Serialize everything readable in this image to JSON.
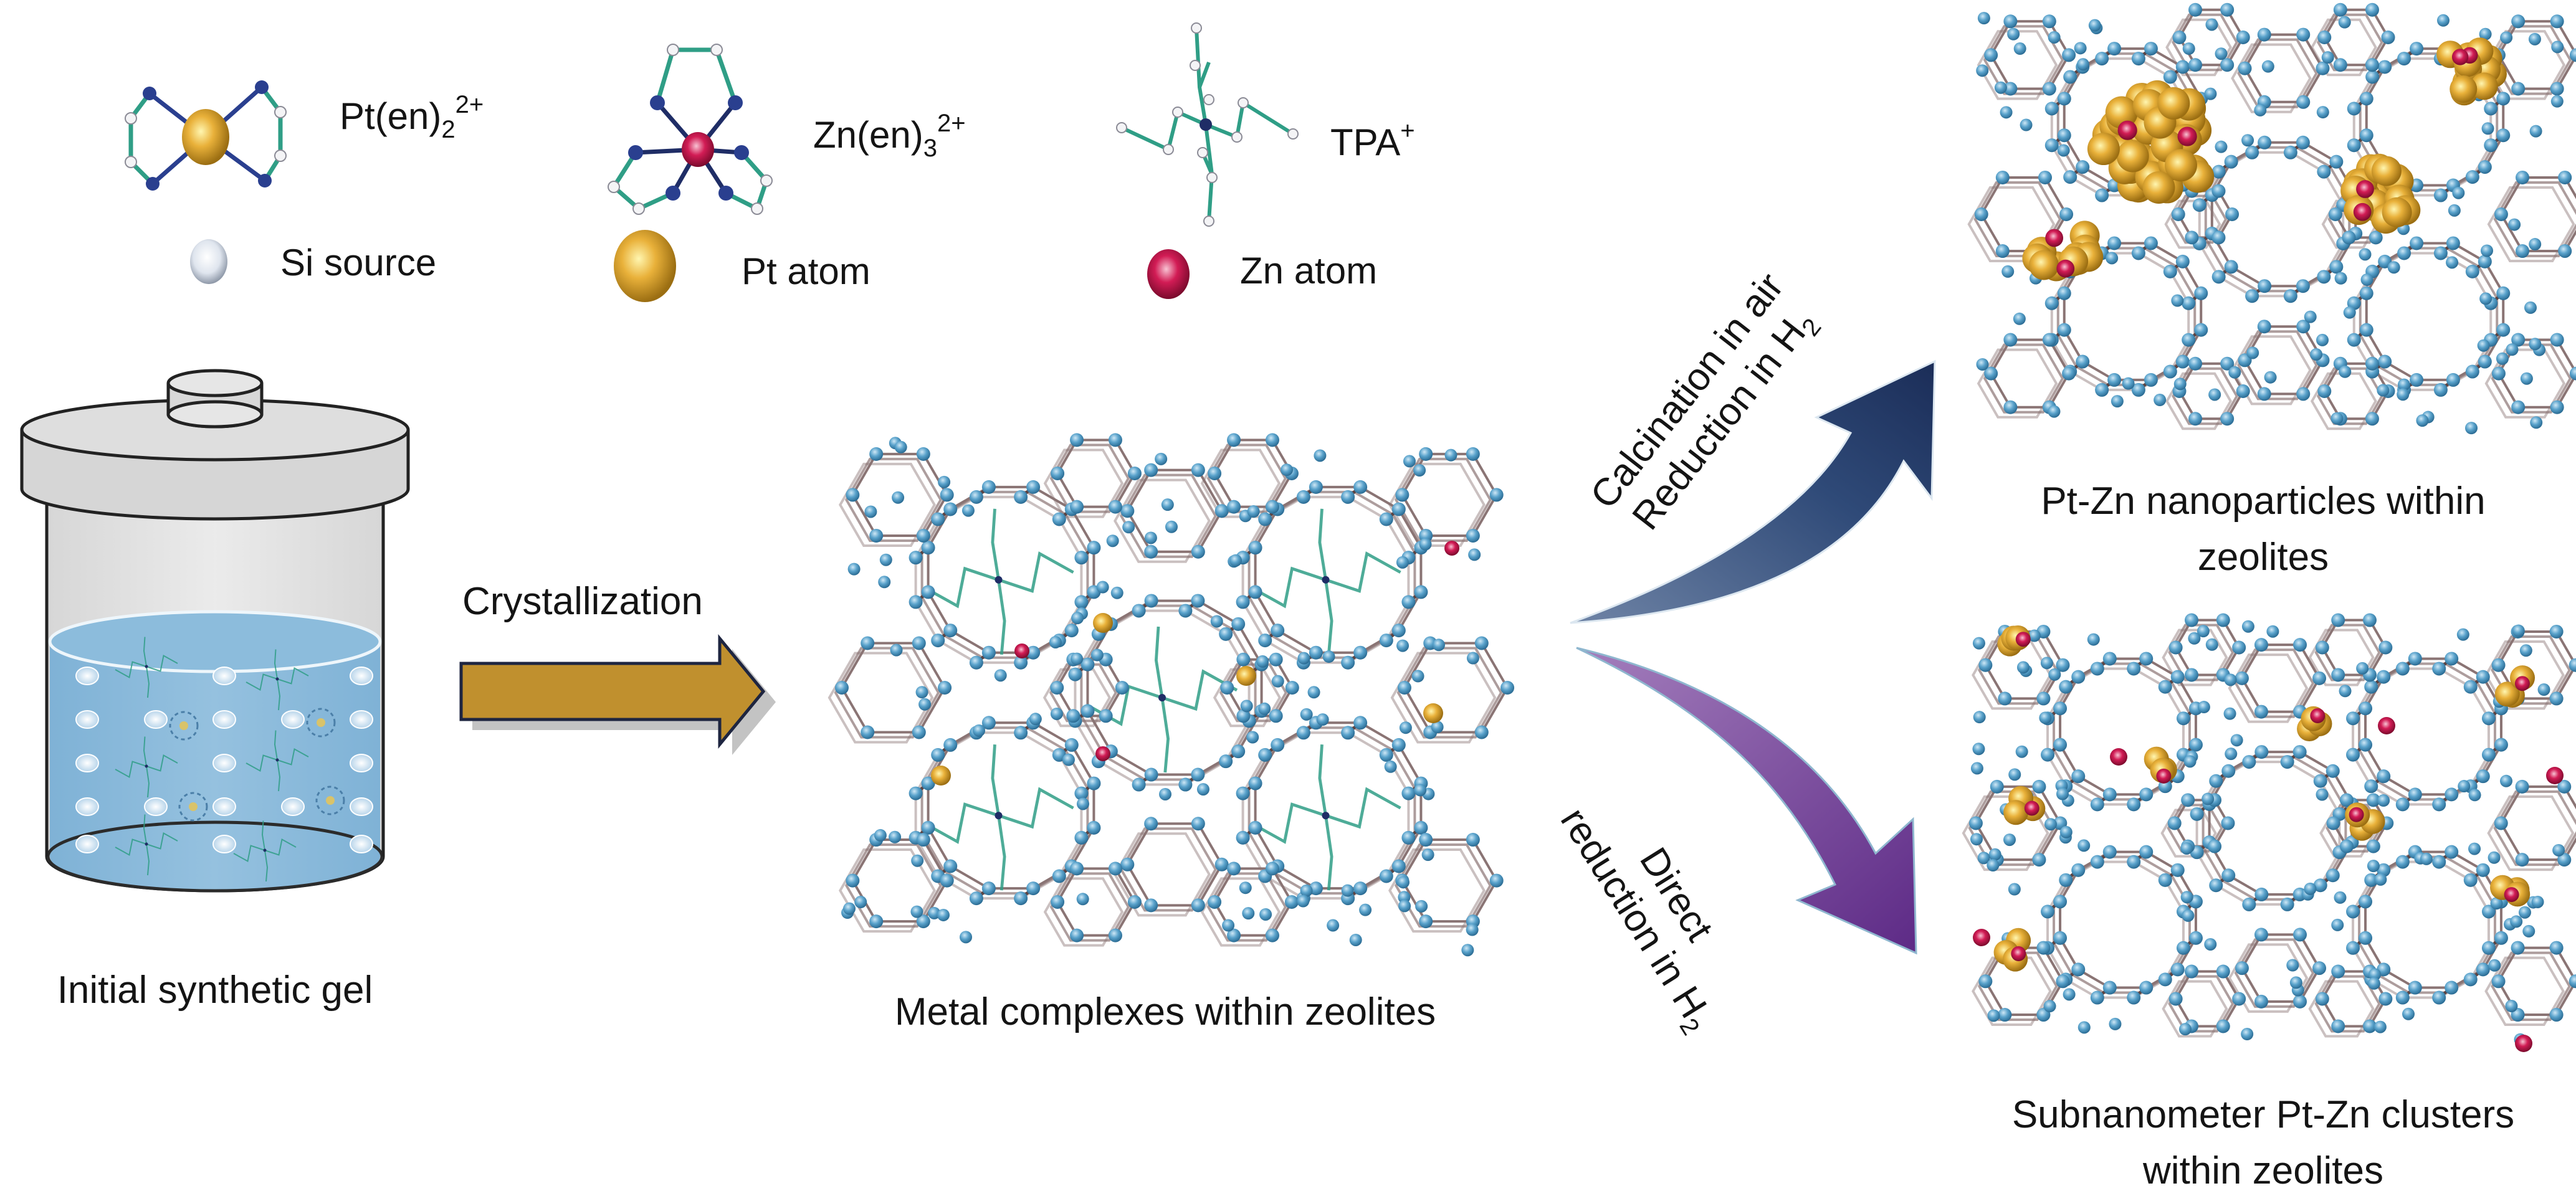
{
  "figure": {
    "title": "Synthesis of Pt-Zn species within zeolites",
    "colors": {
      "si_node": "#4f9ac4",
      "bond": "#8a7474",
      "pt": "#e0a52a",
      "zn": "#c8174a",
      "nitrogen": "#2a3f8f",
      "carbon_bond": "#2f9e86",
      "gel": "#8fbbd9",
      "vessel": "#d9d9d9",
      "crystallization_arrow": "#c0902e",
      "calcination_arrow_start": "#6a7fa3",
      "calcination_arrow_end": "#1e3461",
      "reduction_arrow_start": "#a277b6",
      "reduction_arrow_end": "#5f2a86"
    }
  },
  "legend": {
    "molecules": [
      {
        "id": "pt-en2",
        "base": "Pt(en)",
        "sub": "2",
        "sup": "2+",
        "icon": "pt-en2-complex-icon"
      },
      {
        "id": "zn-en3",
        "base": "Zn(en)",
        "sub": "3",
        "sup": "2+",
        "icon": "zn-en3-complex-icon"
      },
      {
        "id": "tpa",
        "base": "TPA",
        "sub": "",
        "sup": "+",
        "icon": "tpa-cation-icon"
      }
    ],
    "atoms": [
      {
        "id": "si",
        "label": "Si source",
        "icon": "si-source-sphere-icon"
      },
      {
        "id": "pt",
        "label": "Pt atom",
        "icon": "pt-atom-sphere-icon"
      },
      {
        "id": "zn",
        "label": "Zn atom",
        "icon": "zn-atom-sphere-icon"
      }
    ]
  },
  "stages": {
    "gel": {
      "caption": "Initial synthetic gel"
    },
    "crystallization": {
      "label": "Crystallization"
    },
    "complexes": {
      "caption": "Metal complexes within zeolites",
      "pt_complexes": 4,
      "zn_complexes": 3,
      "tpa_in_cages": 5
    },
    "calcination": {
      "line1": "Calcination in air",
      "line2_base": "Reduction in H",
      "line2_sub": "2"
    },
    "direct": {
      "line1": "Direct",
      "line2_base": "reduction in H",
      "line2_sub": "2"
    },
    "nanoparticles": {
      "caption_line1": "Pt-Zn nanoparticles within",
      "caption_line2": "zeolites",
      "pt_clusters": 4,
      "cluster_size": "large"
    },
    "clusters": {
      "caption_line1": "Subnanometer Pt-Zn clusters",
      "caption_line2": "within zeolites",
      "pt_clusters": 8,
      "cluster_size": "small"
    }
  }
}
